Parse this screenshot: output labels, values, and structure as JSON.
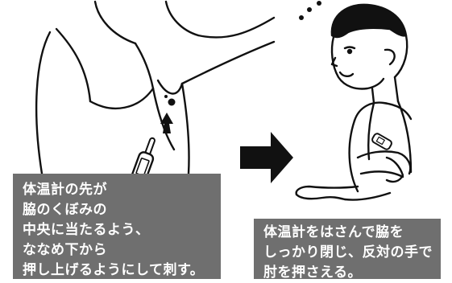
{
  "step1": {
    "caption_lines": [
      "体温計の先が",
      "脇のくぼみの",
      "中央に当たるよう、",
      "ななめ下から",
      "押し上げるようにして刺す。"
    ]
  },
  "step2": {
    "caption_lines": [
      "体温計をはさんで脇を",
      "しっかり閉じ、反対の手で",
      "肘を押さえる。"
    ]
  },
  "icons": {
    "step_arrow": "right-arrow-icon",
    "insert_arrow": "up-arrow-icon",
    "thinking_dots": "ellipsis-icon",
    "thermometer": "thermometer-icon"
  },
  "colors": {
    "caption_background": "#6f6f6f",
    "caption_text": "#ffffff",
    "line_art": "#111111"
  }
}
